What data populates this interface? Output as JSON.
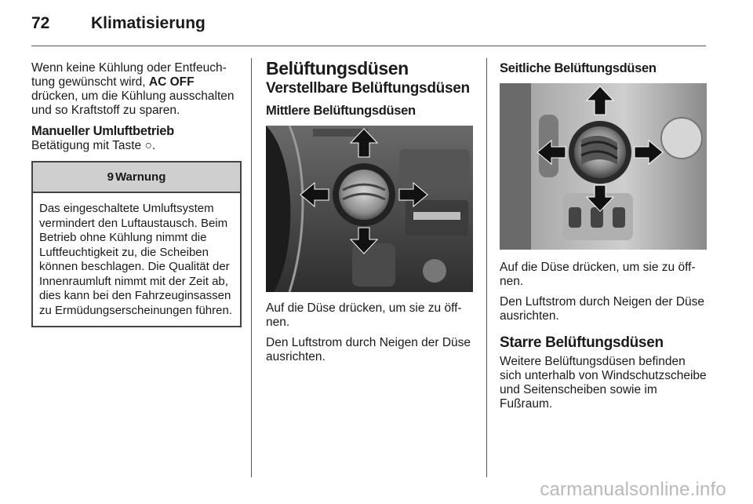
{
  "header": {
    "page_number": "72",
    "chapter_title": "Klimatisierung"
  },
  "col1": {
    "intro": {
      "before": "Wenn keine Kühlung oder Entfeuch­tung gewünscht wird, ",
      "bold": "AC OFF",
      "after": " drücken, um die Kühlung ausschalten und so Kraftstoff zu sparen."
    },
    "heading": "Manueller Umluftbetrieb",
    "operation": "Betätigung mit Taste ",
    "recirc_symbol": "○",
    "operation_end": ".",
    "warning": {
      "symbol": "9",
      "title": "Warnung",
      "body": "Das eingeschaltete Umluftsystem vermindert den Luftaustausch. Beim Betrieb ohne Kühlung nimmt die Luftfeuchtigkeit zu, die Schei­ben können beschlagen. Die Qua­lität der Innenraumluft nimmt mit der Zeit ab, dies kann bei den Fahrzeuginsassen zu Ermü­dungserscheinungen führen."
    }
  },
  "col2": {
    "title": "Belüftungsdüsen",
    "subtitle": "Verstellbare Belüftungsdüsen",
    "heading": "Mittlere Belüftungsdüsen",
    "p1": "Auf die Düse drücken, um sie zu öff­nen.",
    "p2": "Den Luftstrom durch Neigen der Düse ausrichten."
  },
  "col3": {
    "heading": "Seitliche Belüftungsdüsen",
    "p1": "Auf die Düse drücken, um sie zu öff­nen.",
    "p2": "Den Luftstrom durch Neigen der Düse ausrichten.",
    "subtitle": "Starre Belüftungsdüsen",
    "p3": "Weitere Belüftungsdüsen befinden sich unterhalb von Windschutz­scheibe und Seitenscheiben sowie im Fußraum."
  },
  "watermark": "carmanualsonline.info"
}
